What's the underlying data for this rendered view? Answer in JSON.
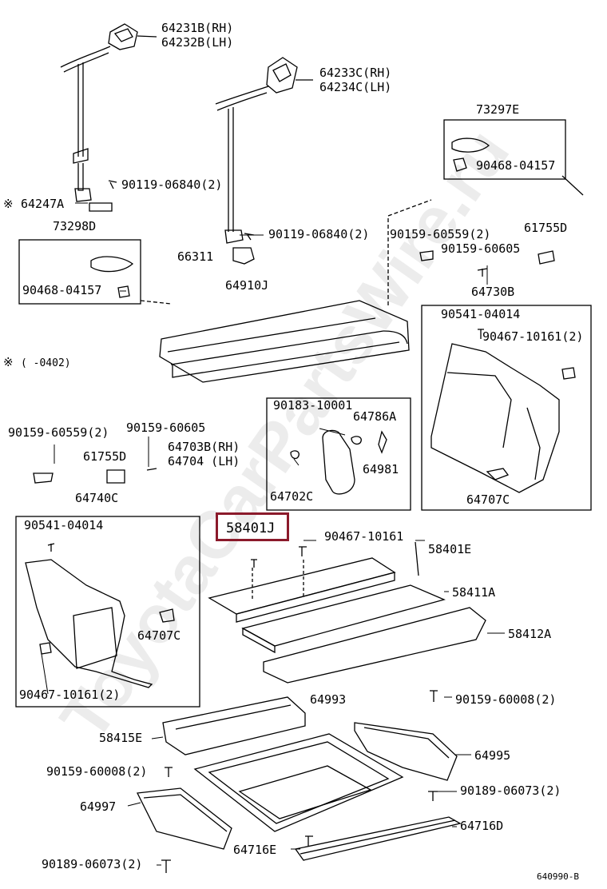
{
  "title": "640990-B",
  "watermark": "ToyotaCarPartsWire.ru",
  "highlight_color": "#8b1a2b",
  "note": {
    "symbol": "※",
    "range": "(      -0402)"
  },
  "labels": [
    "64231B(RH)",
    "64232B(LH)",
    "64233C(RH)",
    "64234C(LH)",
    "73297E",
    "90468-04157",
    "90119-06840(2)",
    "64247A",
    "90119-06840(2)",
    "73298D",
    "90468-04157",
    "66311",
    "90159-60559(2)",
    "61755D",
    "90159-60605",
    "64730B",
    "64910J",
    "90541-04014",
    "90467-10161(2)",
    "90183-10001",
    "64786A",
    "90159-60559(2)",
    "90159-60605",
    "64703B(RH)",
    "64704  (LH)",
    "61755D",
    "64981",
    "64740C",
    "64702C",
    "64707C",
    "58401J",
    "90467-10161",
    "58401E",
    "90541-04014",
    "58411A",
    "58412A",
    "64707C",
    "90467-10161(2)",
    "64993",
    "90159-60008(2)",
    "58415E",
    "64995",
    "90159-60008(2)",
    "90189-06073(2)",
    "64997",
    "64716D",
    "64716E",
    "90189-06073(2)"
  ],
  "star_label": "64247A"
}
